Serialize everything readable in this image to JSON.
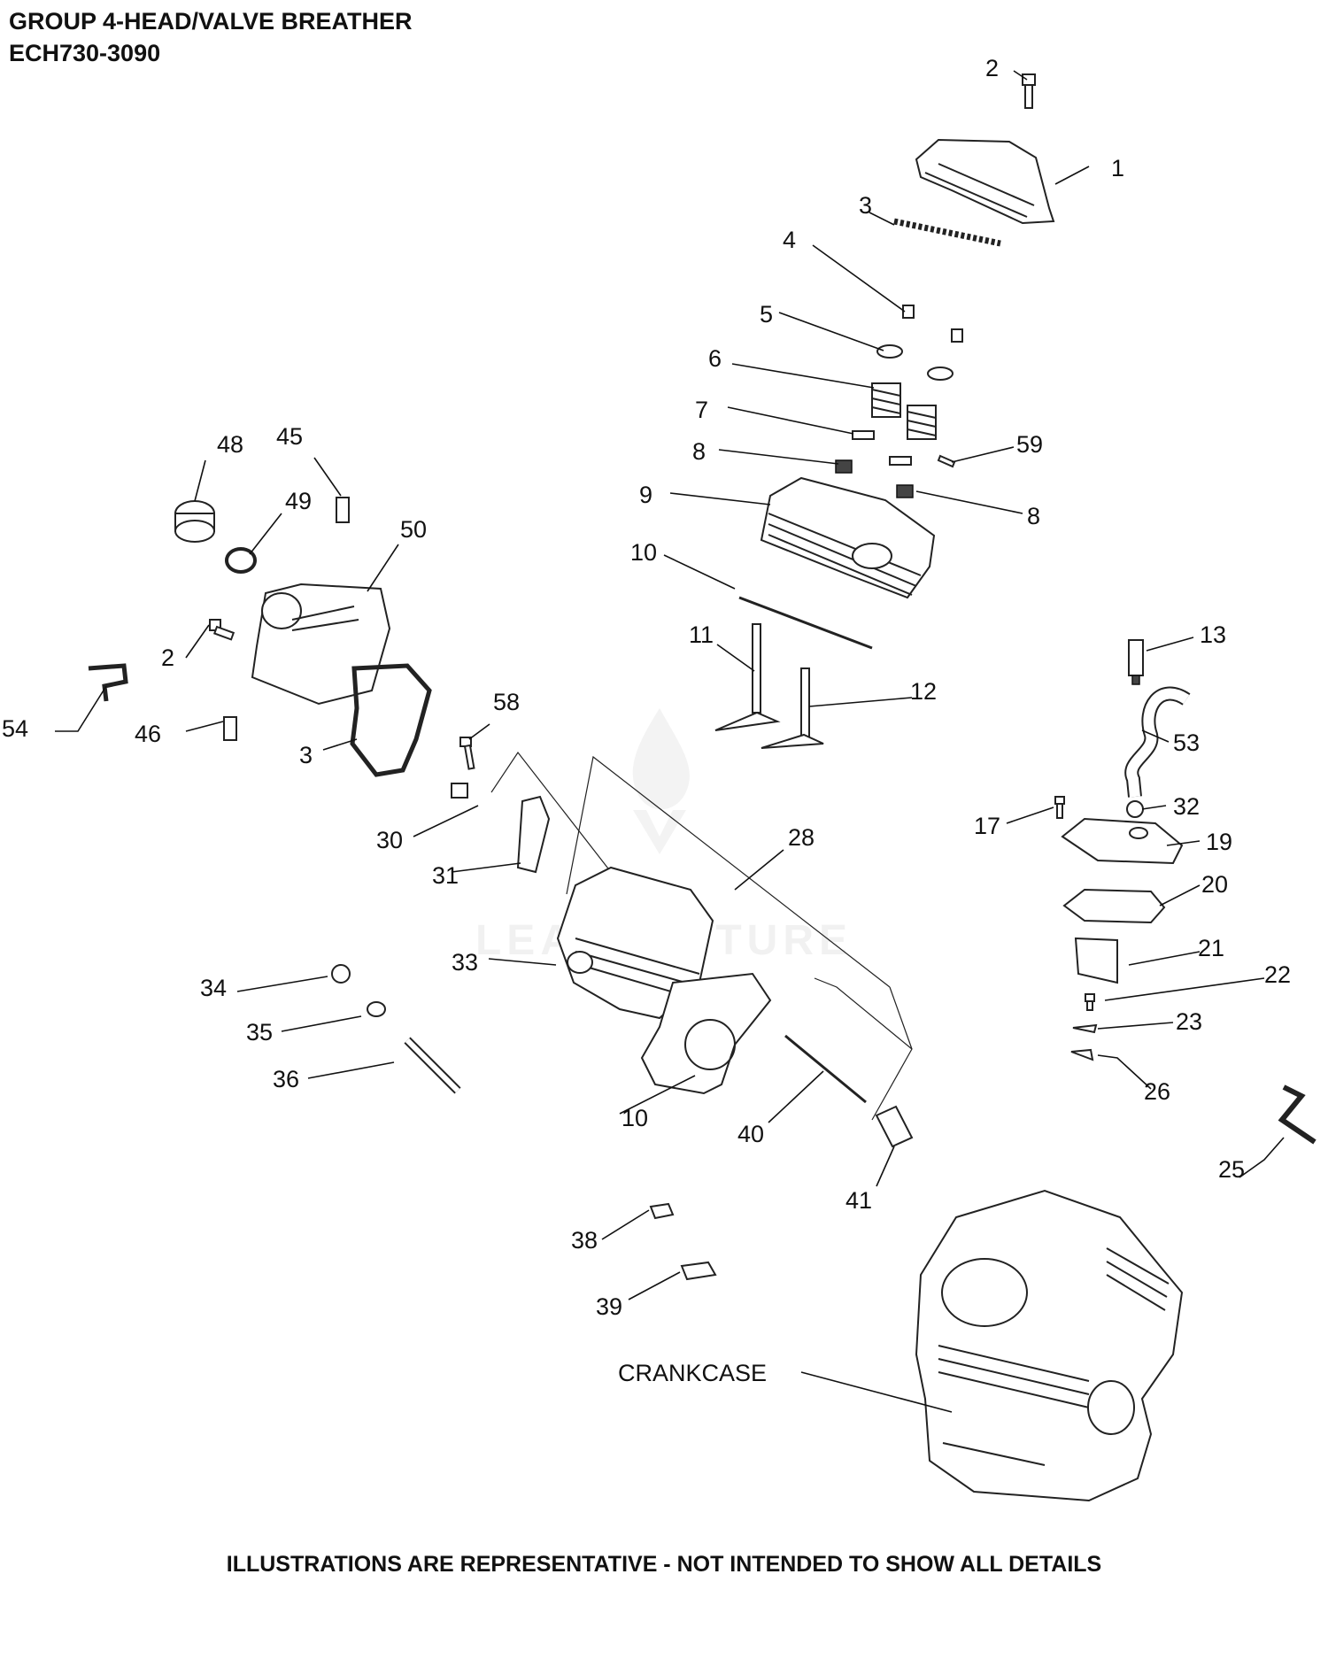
{
  "header": {
    "title": "GROUP 4-HEAD/VALVE BREATHER",
    "model": "ECH730-3090"
  },
  "footer": {
    "note": "ILLUSTRATIONS ARE REPRESENTATIVE - NOT INTENDED TO SHOW ALL DETAILS"
  },
  "watermark": {
    "text": "LEADVENTURE"
  },
  "diagram": {
    "callouts": [
      "1",
      "2",
      "3",
      "4",
      "5",
      "6",
      "7",
      "8",
      "9",
      "10",
      "11",
      "12",
      "13",
      "17",
      "19",
      "20",
      "21",
      "22",
      "23",
      "25",
      "26",
      "28",
      "30",
      "31",
      "32",
      "33",
      "34",
      "35",
      "36",
      "38",
      "39",
      "40",
      "41",
      "45",
      "46",
      "48",
      "49",
      "50",
      "53",
      "54",
      "58",
      "59"
    ],
    "crankcase_label": "CRANKCASE"
  },
  "colors": {
    "ink": "#111111",
    "watermark": "#d9d9d9"
  }
}
